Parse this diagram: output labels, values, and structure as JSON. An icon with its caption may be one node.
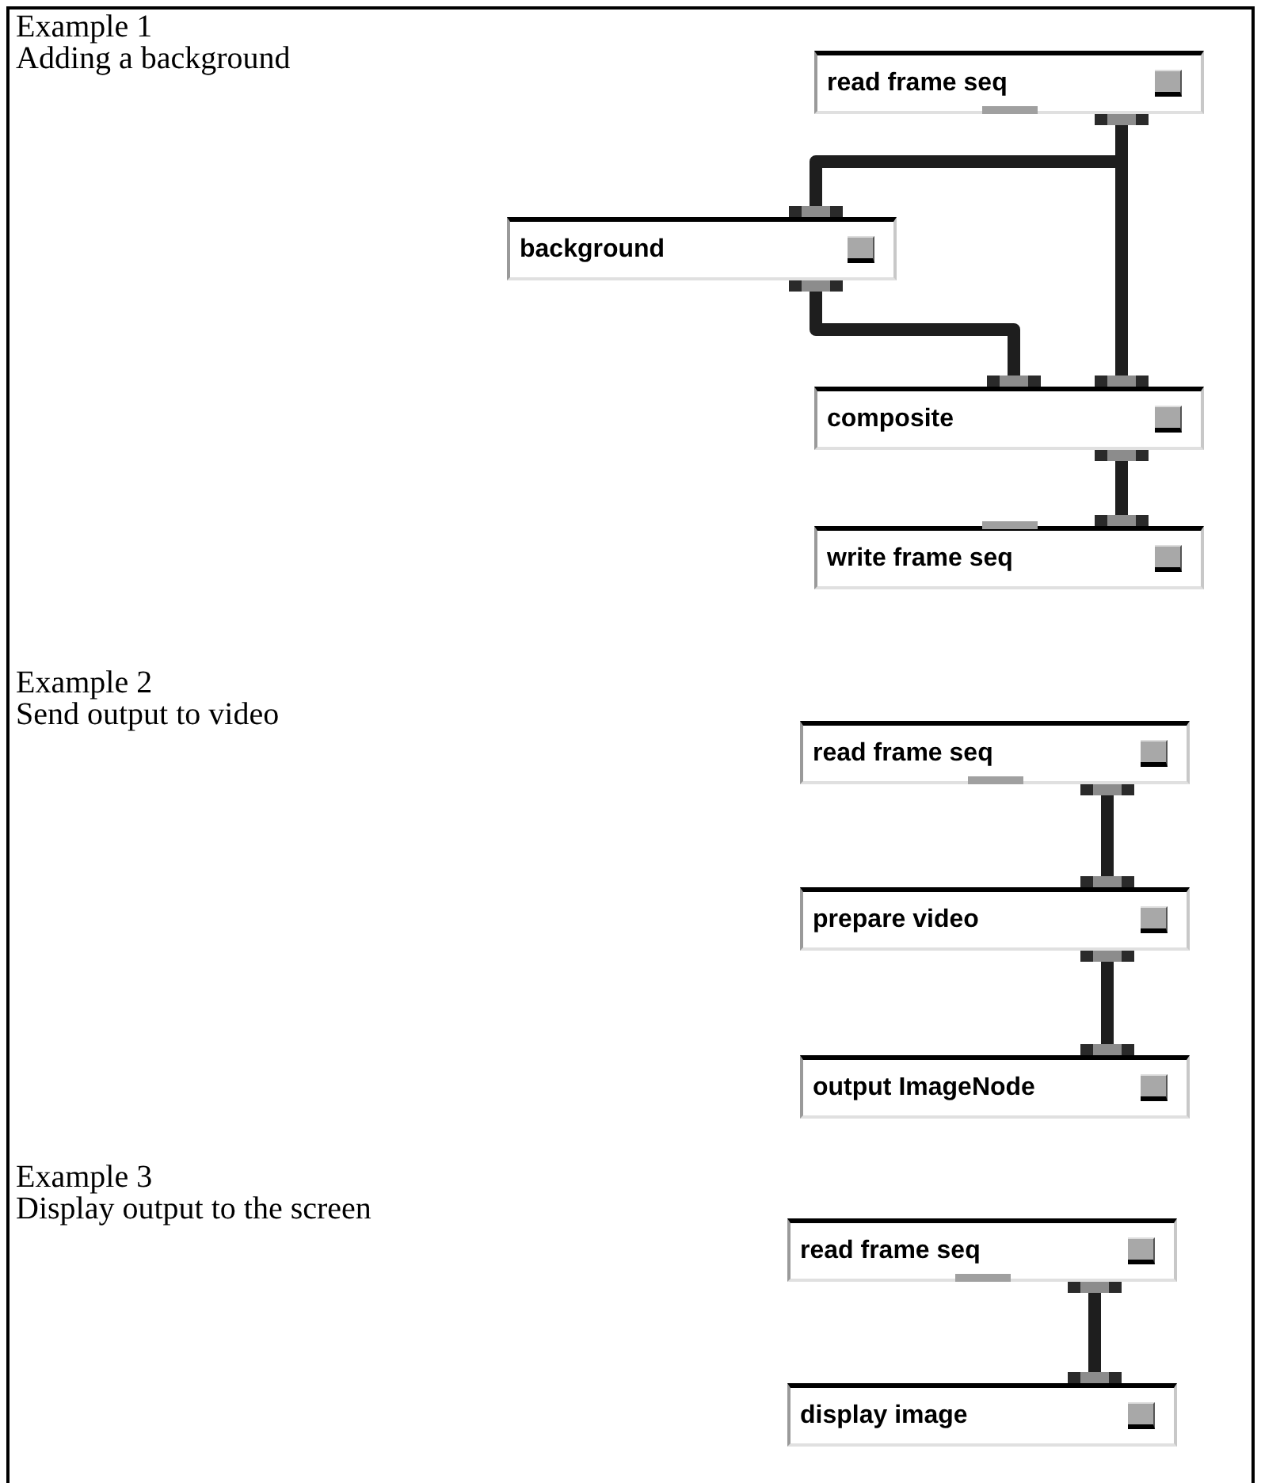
{
  "diagram": {
    "nodes": [
      {
        "text": [
          "read frame seq"
        ]
      },
      {
        "text": [
          "background"
        ]
      },
      {
        "text": [
          "composite"
        ]
      },
      {
        "text": [
          "write frame seq"
        ]
      },
      {
        "text": [
          "read frame seq"
        ]
      },
      {
        "text": [
          "prepare video"
        ]
      },
      {
        "text": [
          "output ImageNode"
        ]
      },
      {
        "text": [
          "read frame seq"
        ]
      },
      {
        "text": [
          "display image"
        ]
      }
    ],
    "edges": [
      {
        "from": 0,
        "to": 1,
        "arrow": "other"
      },
      {
        "from": 0,
        "to": 2,
        "arrow": "other"
      },
      {
        "from": 1,
        "to": 2,
        "arrow": "other"
      },
      {
        "from": 2,
        "to": 3,
        "arrow": "other"
      },
      {
        "from": 4,
        "to": 5,
        "arrow": "other"
      },
      {
        "from": 5,
        "to": 6,
        "arrow": "other"
      },
      {
        "from": 7,
        "to": 8,
        "arrow": "other"
      }
    ],
    "labels": [
      "Example 1",
      "Adding a background",
      "Example 2",
      "Send output to video",
      "Example 3",
      "Display output to the screen"
    ]
  }
}
